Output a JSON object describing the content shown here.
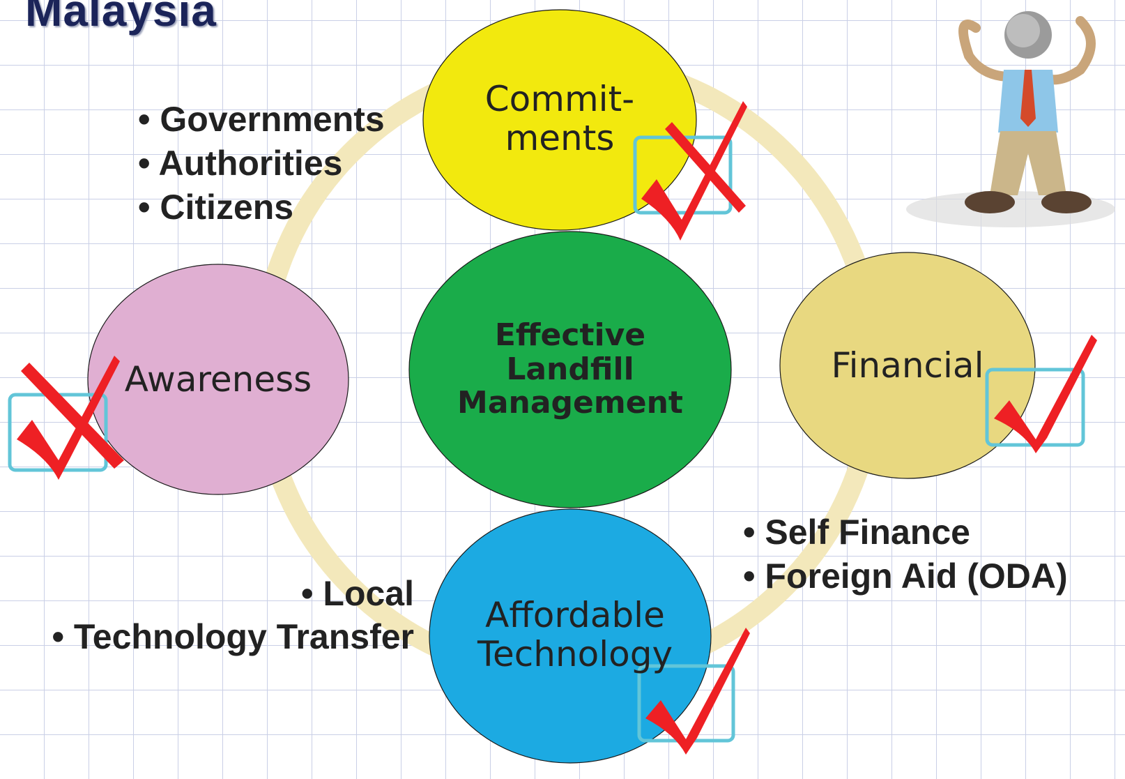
{
  "title": "Malaysia",
  "center": {
    "label": "Effective\nLandfill\nManagement"
  },
  "nodes": {
    "commitments": {
      "label": "Commit-\nments"
    },
    "financial": {
      "label": "Financial"
    },
    "awareness": {
      "label": "Awareness"
    },
    "technology": {
      "label": "Affordable\nTechnology"
    }
  },
  "bullets": {
    "stakeholders": [
      "• Governments",
      "• Authorities",
      "• Citizens"
    ],
    "finance_sources": [
      "• Self Finance",
      "• Foreign Aid (ODA)"
    ],
    "tech_sources": [
      "• Local",
      "• Technology Transfer"
    ]
  },
  "colors": {
    "ring": "#f3e8bb",
    "commitments": "#f2e90e",
    "financial": "#e8d880",
    "awareness": "#e0afd2",
    "technology": "#1caae2",
    "center": "#1aac4a",
    "check": "#ee2024",
    "checkbox": "#62c5d8"
  },
  "status_marks": {
    "commitments": "check",
    "financial": "check",
    "awareness": "check",
    "technology": "check"
  },
  "icons": [
    "check-mark-icon",
    "checkbox-icon",
    "businessman-cheering-icon"
  ]
}
